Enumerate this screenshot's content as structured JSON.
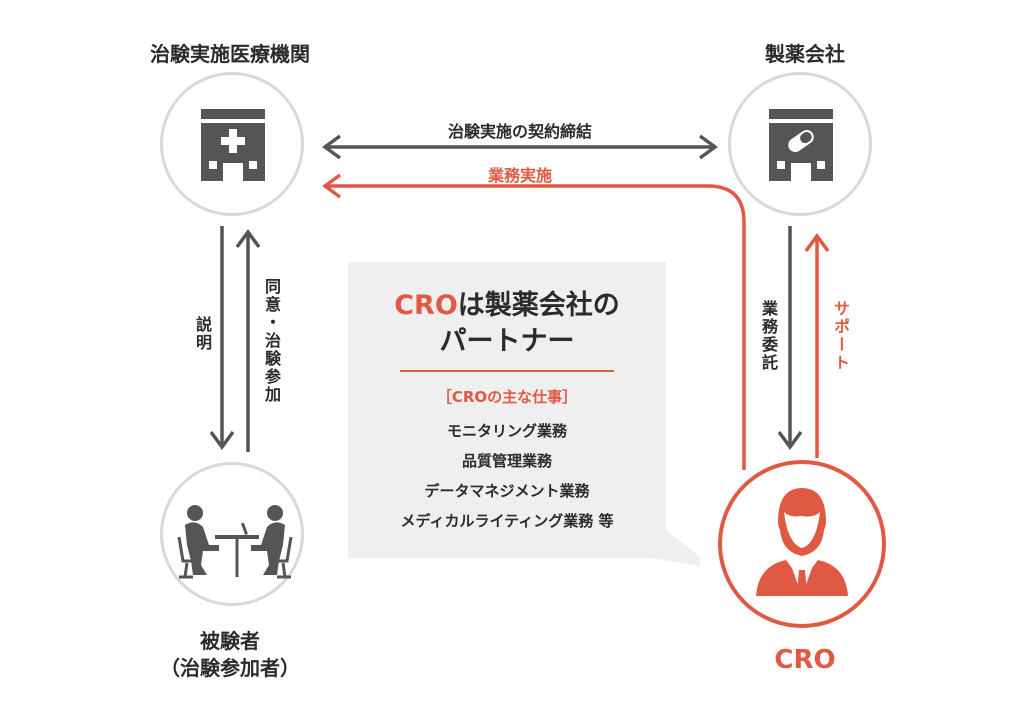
{
  "nodes": {
    "hospital": "治験実施医療機関",
    "pharma": "製薬会社",
    "subject_line1": "被験者",
    "subject_line2": "（治験参加者）",
    "cro": "CRO"
  },
  "arrows": {
    "contract": "治験実施の契約締結",
    "implementation": "業務実施",
    "explanation": "説明",
    "consent": "同意・治験参加",
    "outsourcing": "業務委託",
    "support": "サポート"
  },
  "bubble": {
    "title_accent": "CRO",
    "title_rest": "は製薬会社の",
    "title_line2": "パートナー",
    "subtitle": "［CROの主な仕事］",
    "items": [
      "モニタリング業務",
      "品質管理業務",
      "データマネジメント業務",
      "メディカルライティング業務 等"
    ]
  },
  "colors": {
    "accent": "#e05a43",
    "dark": "#555555",
    "circle_border": "#d9d9d9",
    "bubble_bg": "#efefef"
  }
}
